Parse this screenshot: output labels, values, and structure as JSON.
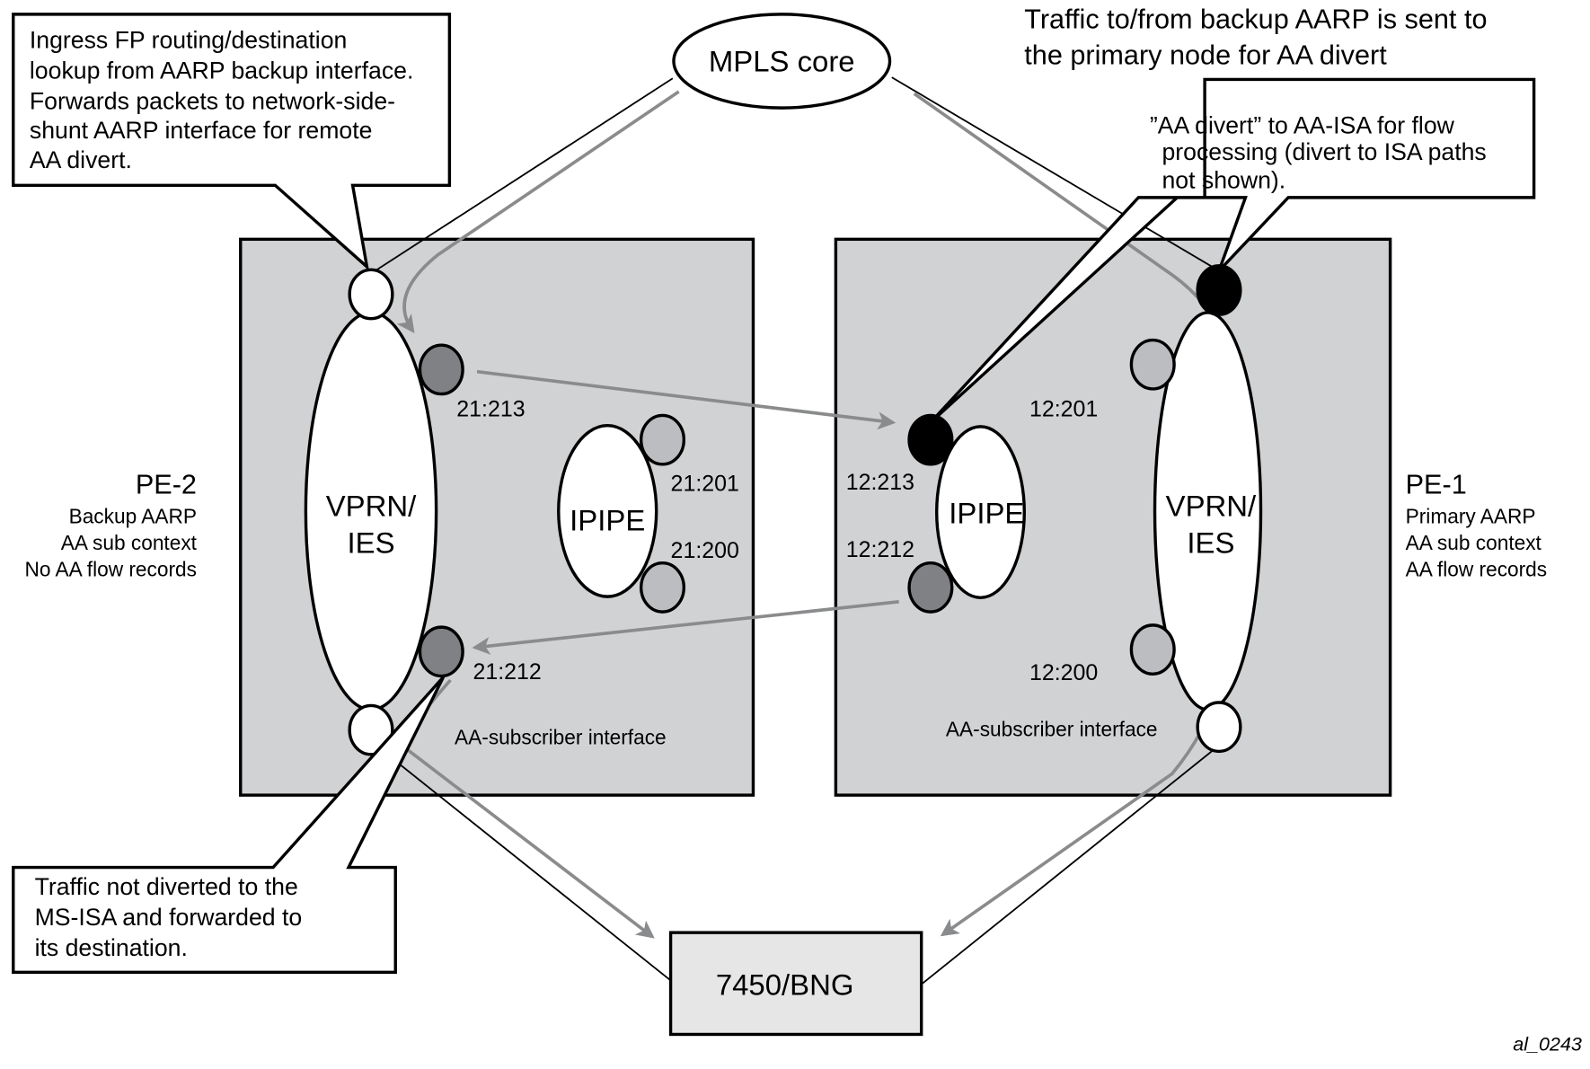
{
  "diagram": {
    "headline": [
      "Traffic to/from backup AARP is sent to",
      "the primary node for AA divert"
    ],
    "mpls_core": "MPLS core",
    "bng": "7450/BNG",
    "figure_id": "al_0243",
    "callouts": {
      "ingress": [
        "Ingress FP routing/destination",
        "lookup from AARP backup interface.",
        "Forwards packets to network-side-",
        "shunt AARP interface for remote",
        "AA divert."
      ],
      "aa_divert": [
        "”AA divert” to AA-ISA for flow",
        "processing (divert to ISA paths",
        "not shown)."
      ],
      "not_diverted": [
        "Traffic not diverted to the",
        "MS-ISA and forwarded to",
        "its destination."
      ]
    },
    "pe2": {
      "name": "PE-2",
      "desc": [
        "Backup AARP",
        "AA sub context",
        "No AA flow records"
      ],
      "vprn": [
        "VPRN/",
        "IES"
      ],
      "ipipe": "IPIPE",
      "sub_if": "AA-subscriber interface",
      "saps": [
        "21:213",
        "21:201",
        "21:200",
        "21:212"
      ]
    },
    "pe1": {
      "name": "PE-1",
      "desc": [
        "Primary AARP",
        "AA sub context",
        "AA flow records"
      ],
      "vprn": [
        "VPRN/",
        "IES"
      ],
      "ipipe": "IPIPE",
      "sub_if": "AA-subscriber interface",
      "saps": [
        "12:201",
        "12:213",
        "12:212",
        "12:200"
      ]
    },
    "colors": {
      "box_fill": "#d1d2d4",
      "flow_arrow": "#8a8b8d",
      "shunt_sap": "#808184",
      "transit_sap": "#bcbdc0",
      "divert_sap": "#000000",
      "bng_fill": "#e6e6e6"
    }
  }
}
